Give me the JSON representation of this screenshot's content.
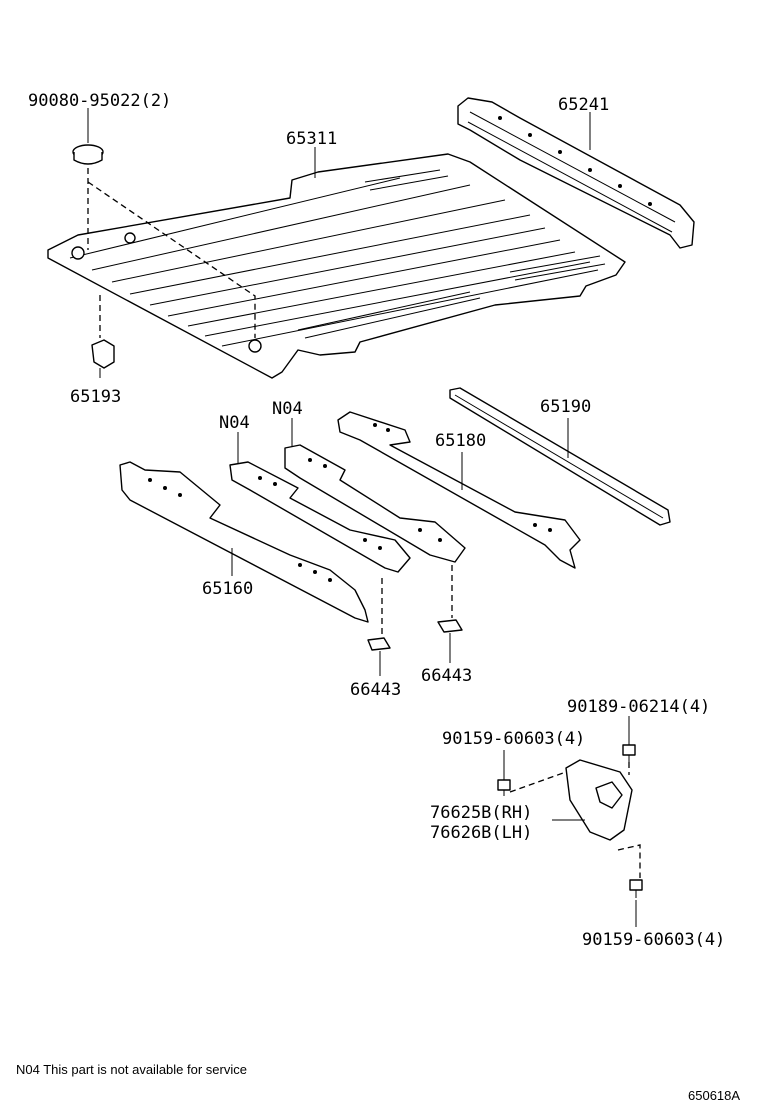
{
  "labels": {
    "p1": "90080-95022(2)",
    "p2": "65241",
    "p3": "65311",
    "p4": "65193",
    "p5": "65190",
    "p6": "N04",
    "p7": "N04",
    "p8": "65180",
    "p9": "65160",
    "p10": "66443",
    "p11": "66443",
    "p12": "90189-06214(4)",
    "p13": "90159-60603(4)",
    "p14": "76625B(RH)",
    "p15": "76626B(LH)",
    "p16": "90159-60603(4)"
  },
  "footnote": "N04 This part is not available for service",
  "illustration_number": "650618A"
}
